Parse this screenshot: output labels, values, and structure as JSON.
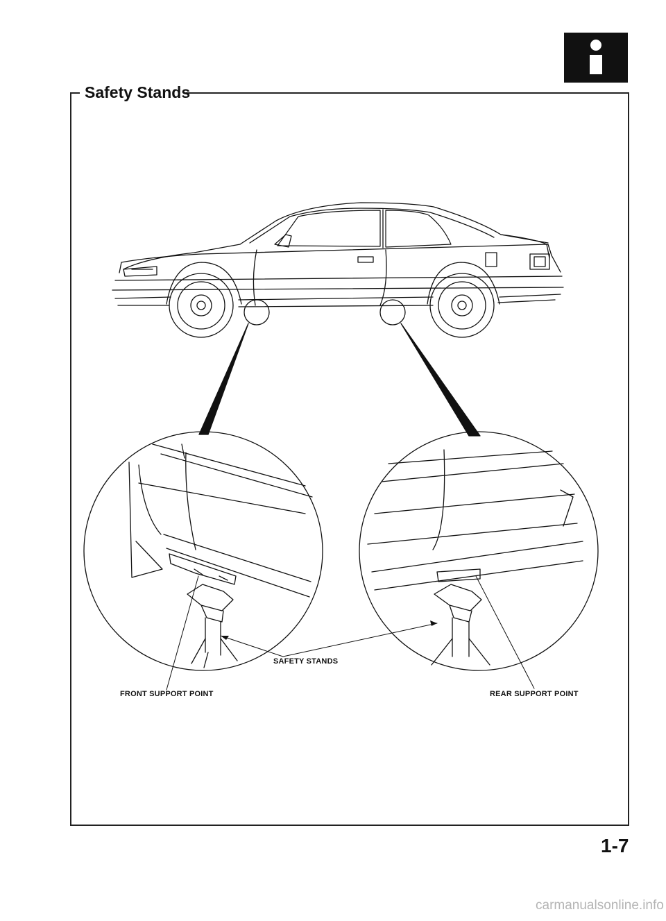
{
  "section_title": "Safety Stands",
  "callouts": {
    "safety_stands": "SAFETY STANDS",
    "front_support_point": "FRONT SUPPORT POINT",
    "rear_support_point": "REAR SUPPORT POINT"
  },
  "page_number": "1-7",
  "watermark": "carmanualsonline.info",
  "icons": {
    "section_tab": "info-icon"
  },
  "colors": {
    "ink": "#111111",
    "paper": "#ffffff",
    "watermark": "#b4b4b4"
  }
}
